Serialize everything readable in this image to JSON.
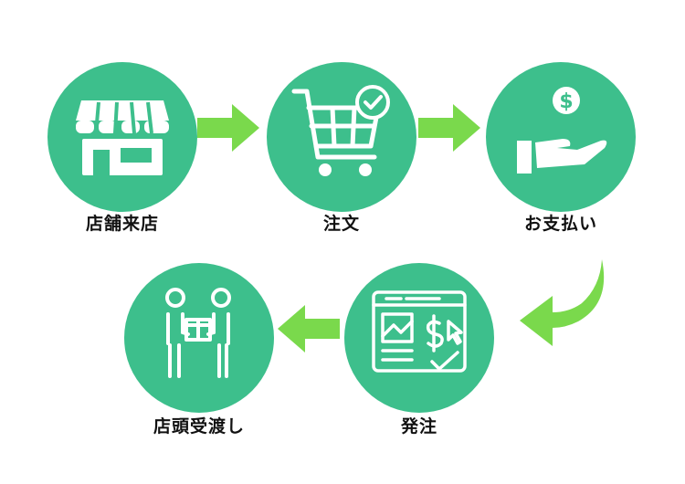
{
  "colors": {
    "circle": "#3dbf8c",
    "arrow": "#7ad94c",
    "icon": "#ffffff",
    "label": "#111111"
  },
  "steps": [
    {
      "label": "店舗来店",
      "icon": "storefront-icon"
    },
    {
      "label": "注文",
      "icon": "shopping-cart-check-icon"
    },
    {
      "label": "お支払い",
      "icon": "hand-coin-icon"
    },
    {
      "label": "発注",
      "icon": "browser-order-icon"
    },
    {
      "label": "店頭受渡し",
      "icon": "handover-people-icon"
    }
  ]
}
